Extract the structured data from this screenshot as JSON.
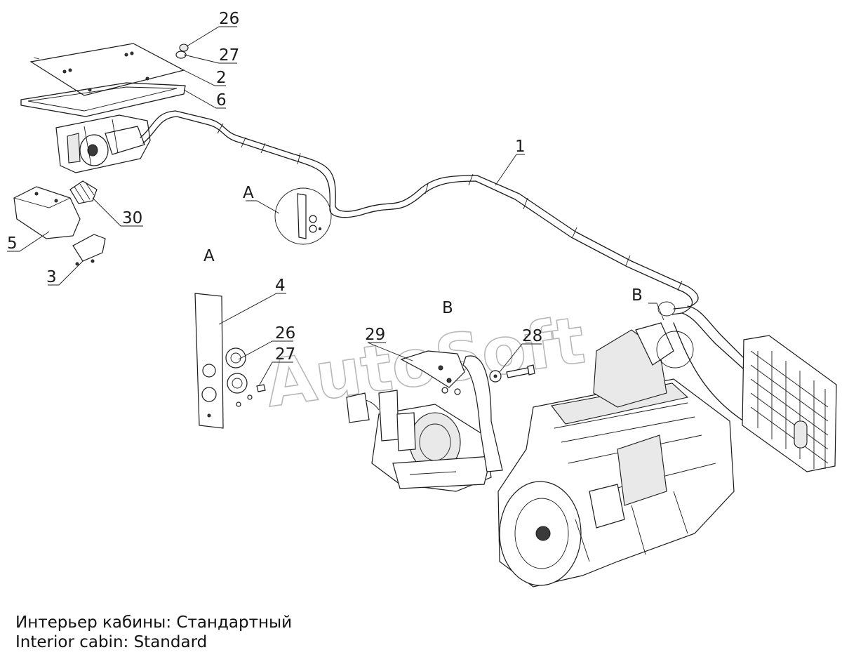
{
  "callouts": {
    "c1": "1",
    "c2": "2",
    "c3": "3",
    "c4": "4",
    "c5": "5",
    "c6": "6",
    "c26a": "26",
    "c27a": "27",
    "c26b": "26",
    "c27b": "27",
    "c28": "28",
    "c29": "29",
    "c30": "30"
  },
  "views": {
    "a_small": "A",
    "a_large": "A",
    "b_engine": "B",
    "b_condenser": "B"
  },
  "watermark": "AutoSoft",
  "caption": {
    "ru": "Интерьер кабины: Стандартный",
    "en": "Interior cabin: Standard"
  }
}
